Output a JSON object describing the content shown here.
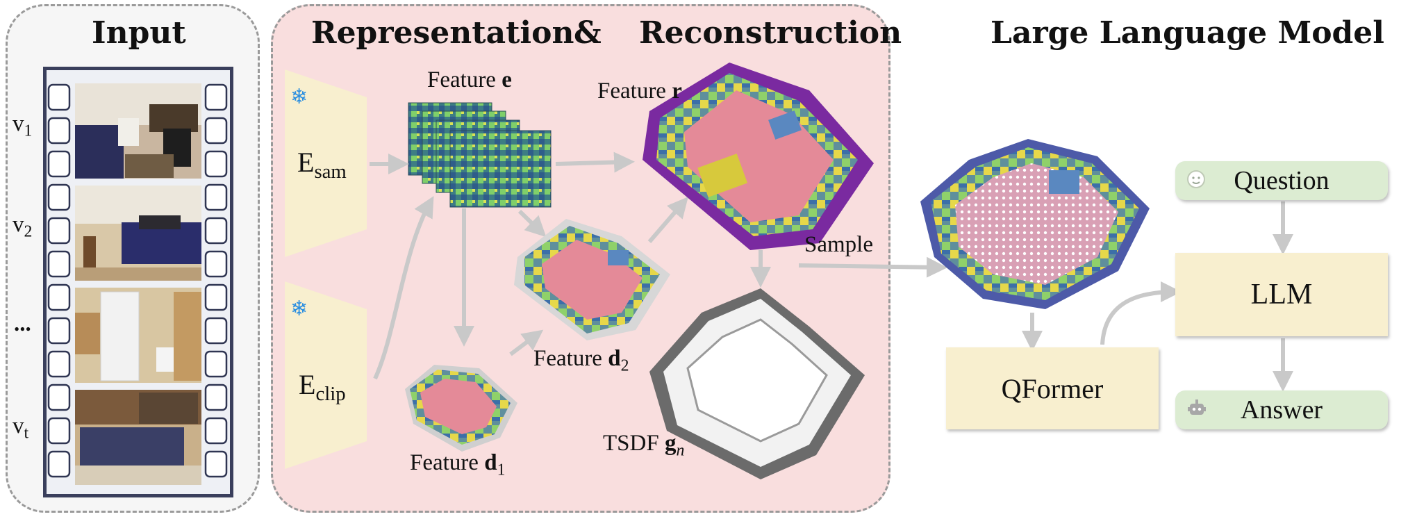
{
  "panels": {
    "input": {
      "title": "Input"
    },
    "representation": {
      "title_left": "Representation",
      "title_amp": "&",
      "title_right": "Reconstruction"
    },
    "llm": {
      "title": "Large Language Model"
    }
  },
  "frames": [
    {
      "label": "v",
      "sub": "1"
    },
    {
      "label": "v",
      "sub": "2"
    },
    {
      "label": "...",
      "sub": ""
    },
    {
      "label": "v",
      "sub": "t"
    }
  ],
  "encoders": {
    "sam": {
      "name": "E",
      "sub": "sam"
    },
    "clip": {
      "name": "E",
      "sub": "clip"
    }
  },
  "features": {
    "e": {
      "prefix": "Feature",
      "sym": "e"
    },
    "r": {
      "prefix": "Feature",
      "sym": "r"
    },
    "d2": {
      "prefix": "Feature",
      "sym": "d",
      "sub": "2"
    },
    "d1": {
      "prefix": "Feature",
      "sym": "d",
      "sub": "1"
    },
    "tsdf": {
      "prefix": "TSDF",
      "sym": "g",
      "sub": "n"
    }
  },
  "sample_label": "Sample",
  "llm_boxes": {
    "question": "Question",
    "llm": "LLM",
    "qformer": "QFormer",
    "answer": "Answer"
  },
  "colors": {
    "input_bg": "#f6f6f6",
    "representation_bg": "#f9dede",
    "llm_bg": "#dcdcf7",
    "module_box": "#f8efcf",
    "io_box": "#dcecd2",
    "arrow": "#c9c9c9",
    "frozen_icon": "#2c8fe0"
  },
  "icons": [
    "snowflake-icon",
    "face-icon",
    "robot-icon"
  ]
}
